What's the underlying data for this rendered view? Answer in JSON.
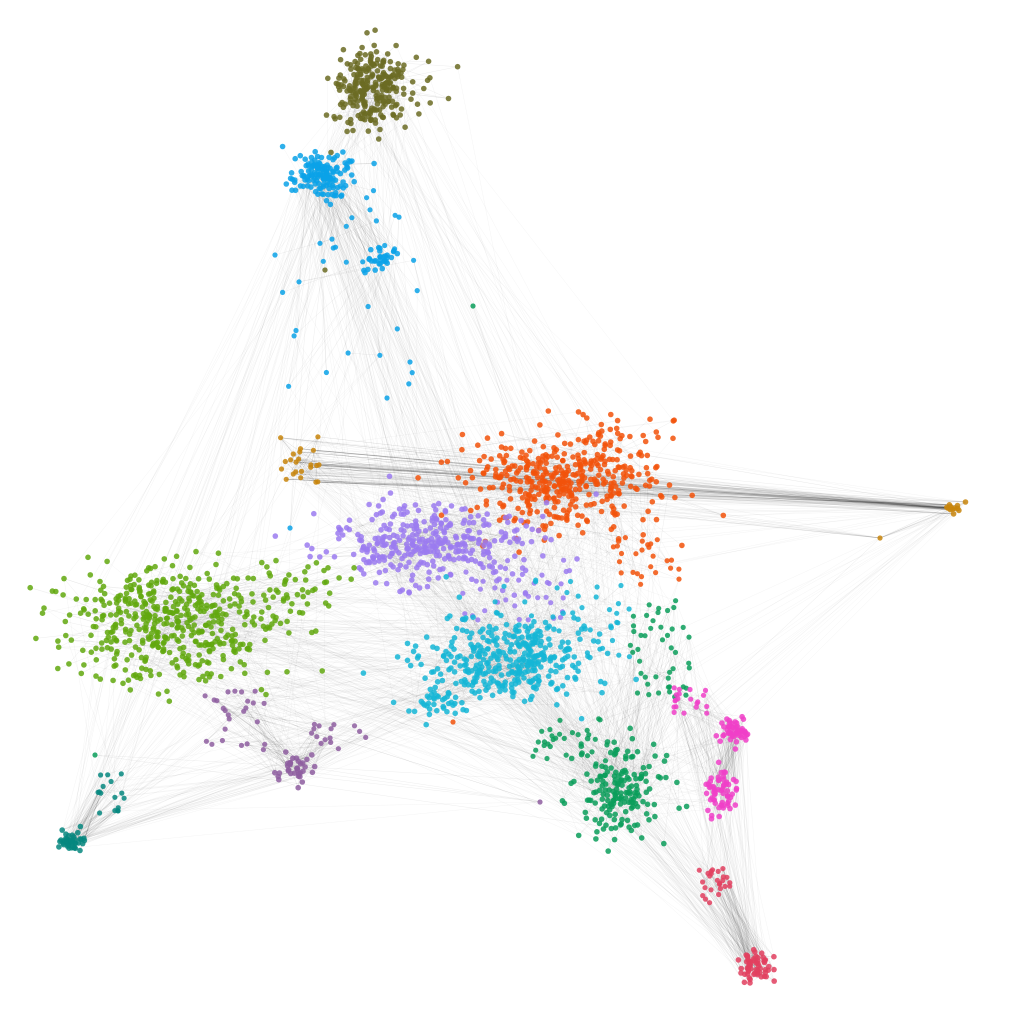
{
  "diagram": {
    "type": "force-directed network graph",
    "background_color": "#ffffff",
    "edge_color": "#000000",
    "communities": [
      {
        "id": "olive",
        "color": "#6b6b23"
      },
      {
        "id": "sky-blue",
        "color": "#0ba2e8"
      },
      {
        "id": "orange-red",
        "color": "#f2520b"
      },
      {
        "id": "lavender",
        "color": "#9b7bf0"
      },
      {
        "id": "yellow-green",
        "color": "#62a80e"
      },
      {
        "id": "cyan",
        "color": "#15b6d6"
      },
      {
        "id": "emerald",
        "color": "#0a9e5a"
      },
      {
        "id": "magenta",
        "color": "#f040c8"
      },
      {
        "id": "crimson",
        "color": "#e2405f"
      },
      {
        "id": "teal",
        "color": "#06877f"
      },
      {
        "id": "purple",
        "color": "#8e5ea0"
      },
      {
        "id": "amber",
        "color": "#c8850c"
      }
    ]
  }
}
